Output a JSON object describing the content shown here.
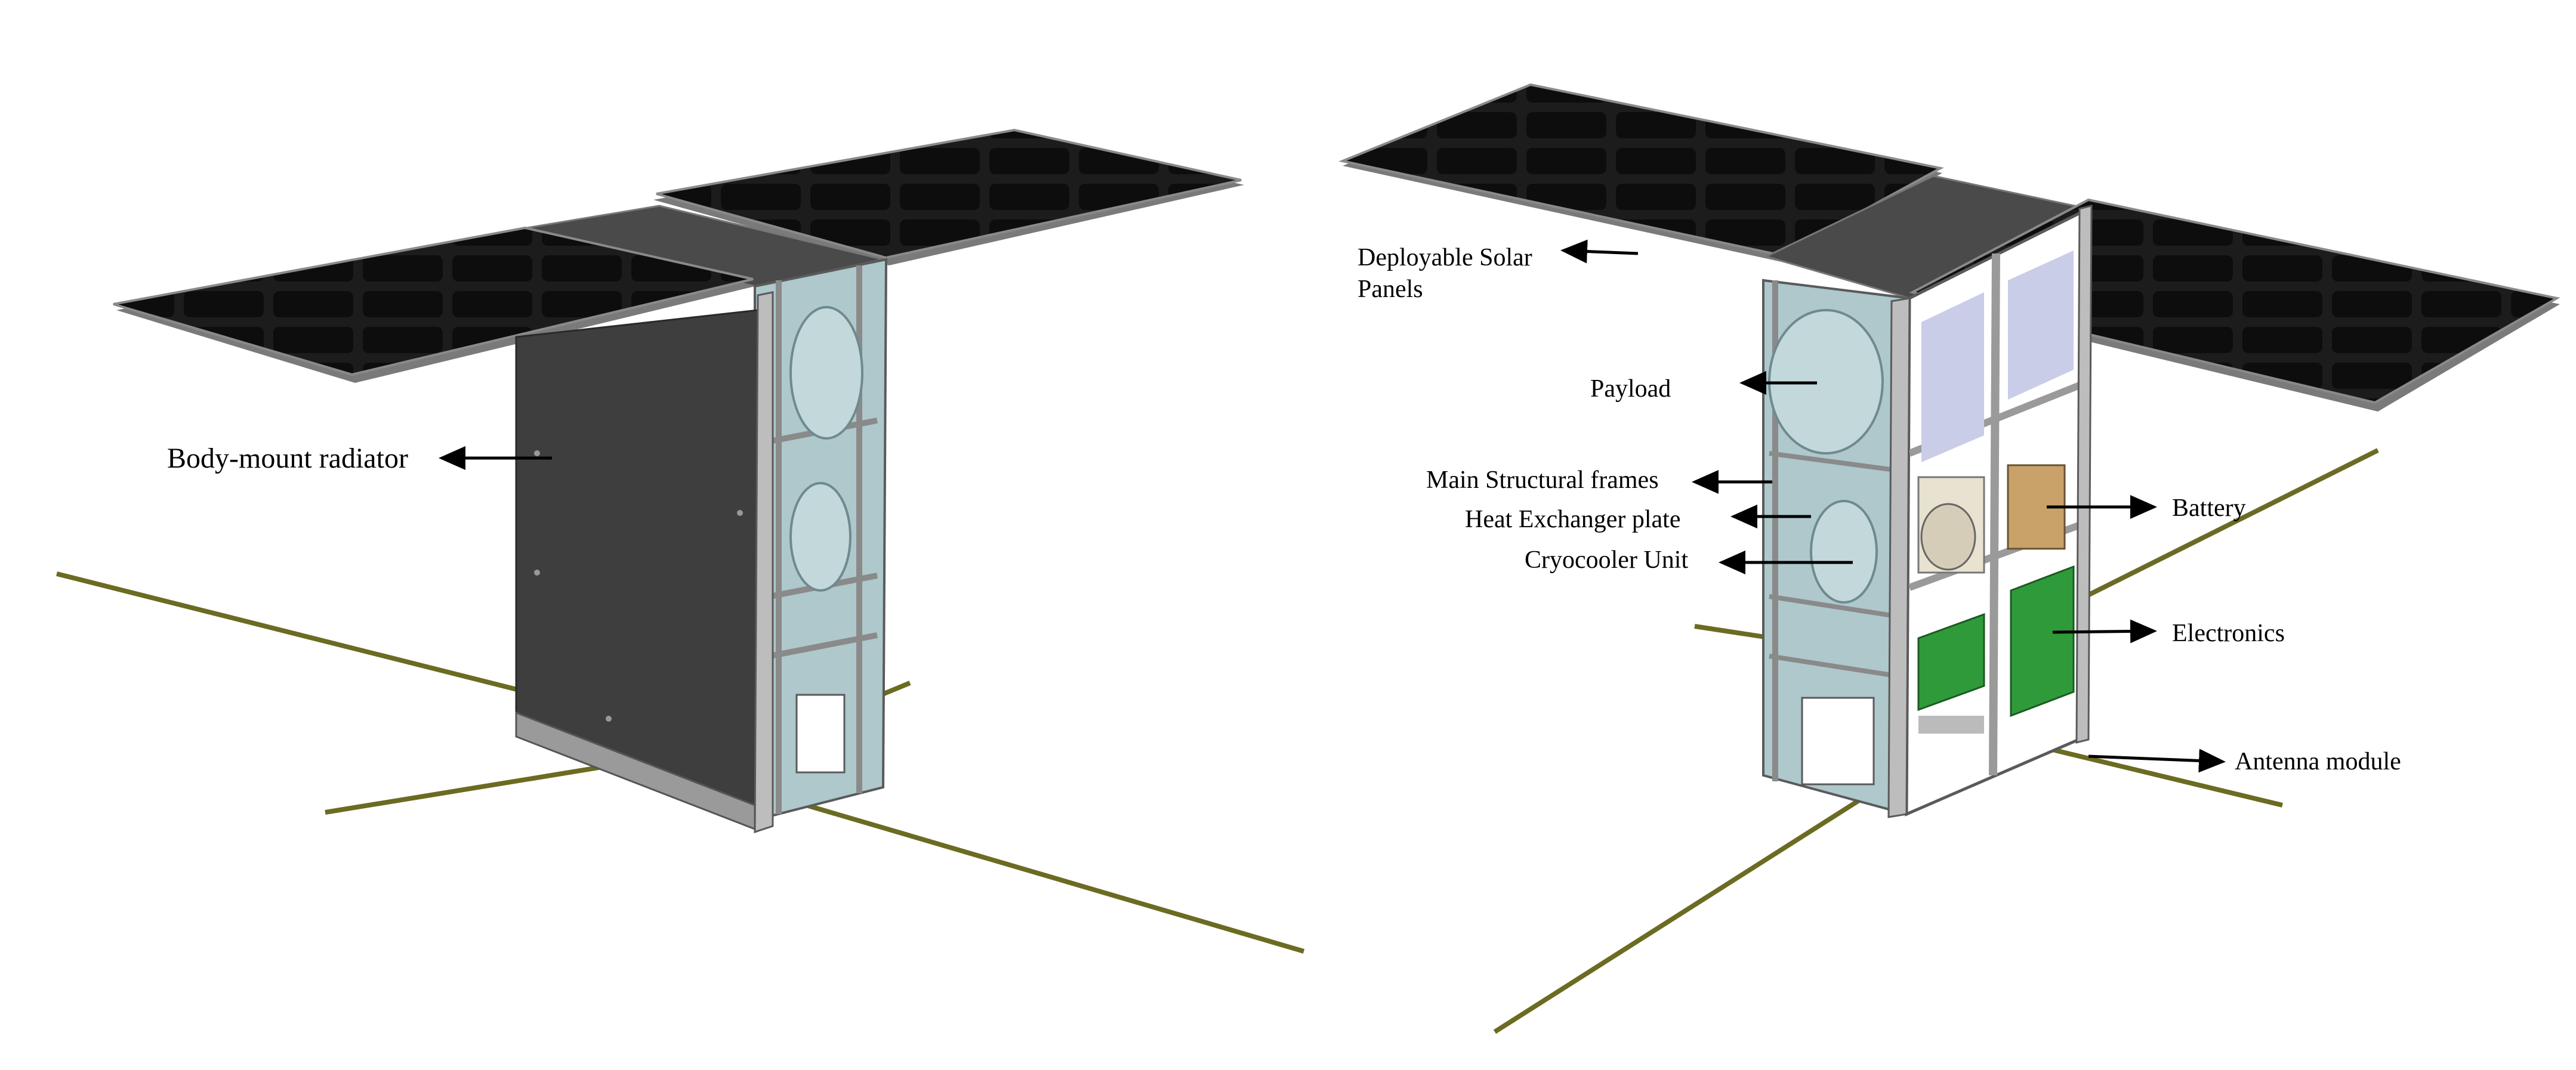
{
  "colors": {
    "background": "#ffffff",
    "panel": "#1f1f1f",
    "panel_edge": "#8a8a8a",
    "radiator": "#3e3e3e",
    "frame": "#b9b9b9",
    "frame_dark": "#5a5a5a",
    "glass": "#aec8cc",
    "pcb": "#2f9a3a",
    "battery": "#c9a26a",
    "antenna": "#6b6b22",
    "arrow": "#000000"
  },
  "views": {
    "left": {
      "labels": {
        "radiator": "Body-mount radiator"
      }
    },
    "right": {
      "labels": {
        "solar_line1": "Deployable Solar",
        "solar_line2": "Panels",
        "payload": "Payload",
        "frames": "Main Structural frames",
        "heat_exchanger": "Heat Exchanger plate",
        "cryocooler": "Cryocooler Unit",
        "battery": "Battery",
        "electronics": "Electronics",
        "antenna": "Antenna module"
      }
    }
  }
}
